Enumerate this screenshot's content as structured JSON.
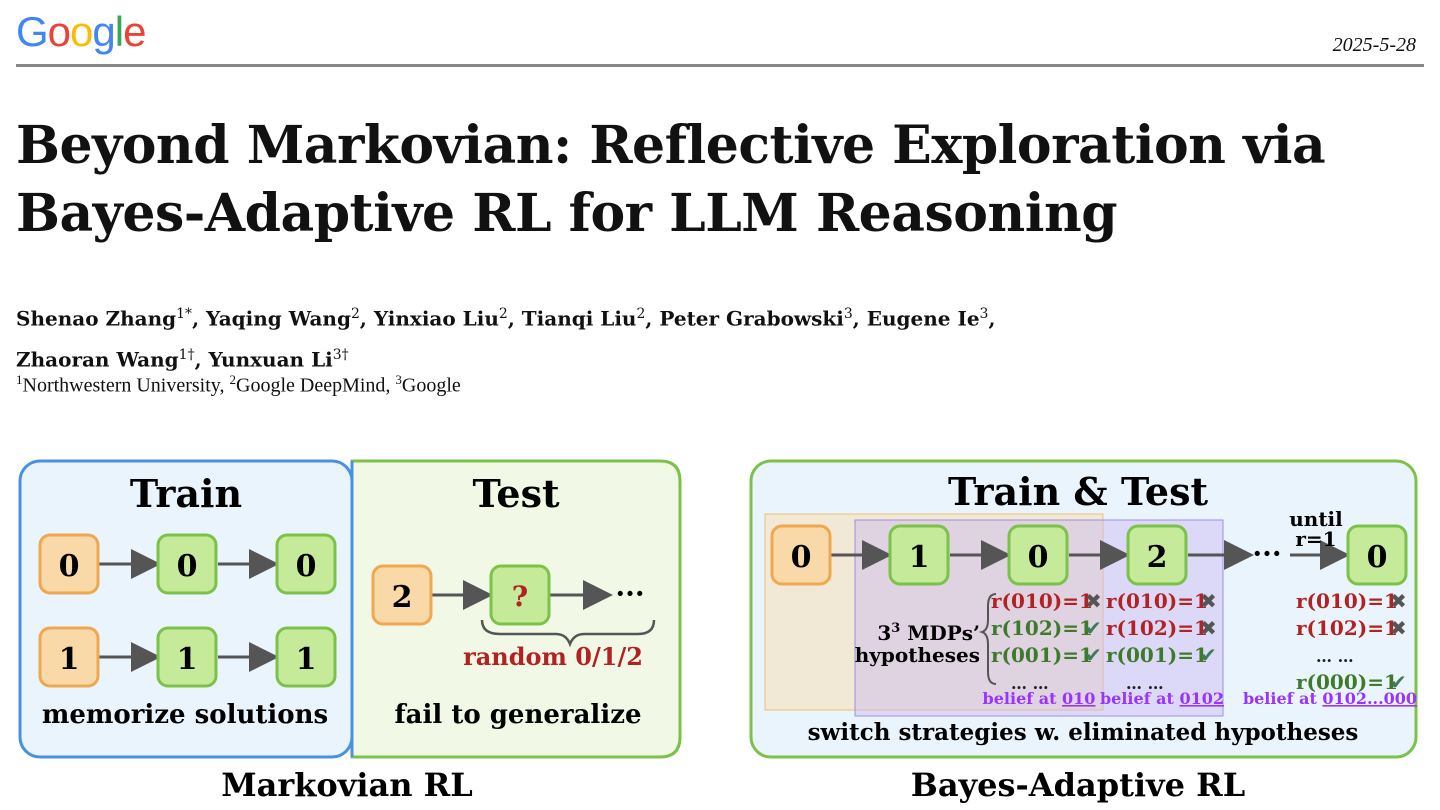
{
  "header": {
    "logo_letters": [
      {
        "ch": "G",
        "color": "#4285F4"
      },
      {
        "ch": "o",
        "color": "#EA4335"
      },
      {
        "ch": "o",
        "color": "#FBBC05"
      },
      {
        "ch": "g",
        "color": "#4285F4"
      },
      {
        "ch": "l",
        "color": "#34A853"
      },
      {
        "ch": "e",
        "color": "#EA4335"
      }
    ],
    "date": "2025-5-28"
  },
  "paper": {
    "title_line1": "Beyond Markovian: Reflective Exploration via",
    "title_line2": "Bayes-Adaptive RL for LLM Reasoning",
    "authors_line1": [
      {
        "name": "Shenao Zhang",
        "sup": "1*",
        "sep": ", "
      },
      {
        "name": "Yaqing Wang",
        "sup": "2",
        "sep": ", "
      },
      {
        "name": "Yinxiao Liu",
        "sup": "2",
        "sep": ", "
      },
      {
        "name": "Tianqi Liu",
        "sup": "2",
        "sep": ", "
      },
      {
        "name": "Peter Grabowski",
        "sup": "3",
        "sep": ", "
      },
      {
        "name": "Eugene Ie",
        "sup": "3",
        "sep": ","
      }
    ],
    "authors_line2": [
      {
        "name": "Zhaoran Wang",
        "sup": "1†",
        "sep": ", "
      },
      {
        "name": "Yunxuan Li",
        "sup": "3†",
        "sep": ""
      }
    ],
    "affiliations": [
      {
        "sup": "1",
        "name": "Northwestern University",
        "sep": ", "
      },
      {
        "sup": "2",
        "name": "Google DeepMind",
        "sep": ", "
      },
      {
        "sup": "3",
        "name": "Google",
        "sep": ""
      }
    ]
  },
  "figure": {
    "colors": {
      "blue_border": "#4a90e2",
      "blue_fill": "#eaf4fd",
      "green_border": "#7cc248",
      "green_fill": "#f1f9e6",
      "orange": "#f0a850",
      "orange_fill": "#f9d9a8",
      "node_green": "#c5ea9a",
      "red": "#b22222",
      "dgreen": "#3f7a2a",
      "purple": "#9933ff"
    },
    "markovian": {
      "train_title": "Train",
      "test_title": "Test",
      "train_rows": [
        [
          "0",
          "0",
          "0"
        ],
        [
          "1",
          "1",
          "1"
        ]
      ],
      "train_caption": "memorize solutions",
      "test_start": "2",
      "test_unknown": "?",
      "test_dots": "···",
      "test_random": "random 0/1/2",
      "test_caption": "fail to generalize",
      "label": "Markovian RL"
    },
    "bayes": {
      "title": "Train & Test",
      "nodes": [
        "0",
        "1",
        "0",
        "2",
        "0"
      ],
      "dots": "···",
      "until1": "until",
      "until2": "r=1",
      "hyp_label1": "MDPs’",
      "hyp_base": "3",
      "hyp_exp": "3",
      "hyp_label2": "hypotheses",
      "col1": [
        {
          "text": "r(010)=1",
          "mark": "✖",
          "color": "red"
        },
        {
          "text": "r(102)=1",
          "mark": "✔",
          "color": "green"
        },
        {
          "text": "r(001)=1",
          "mark": "✔",
          "color": "green"
        },
        {
          "text": "… …",
          "mark": "",
          "color": "green"
        }
      ],
      "col2": [
        {
          "text": "r(010)=1",
          "mark": "✖",
          "color": "red"
        },
        {
          "text": "r(102)=1",
          "mark": "✖",
          "color": "red"
        },
        {
          "text": "r(001)=1",
          "mark": "✔",
          "color": "green"
        },
        {
          "text": "… …",
          "mark": "",
          "color": "green"
        }
      ],
      "col3": [
        {
          "text": "r(010)=1",
          "mark": "✖",
          "color": "red"
        },
        {
          "text": "r(102)=1",
          "mark": "✖",
          "color": "red"
        },
        {
          "text": "… …",
          "mark": "",
          "color": "green"
        },
        {
          "text": "r(000)=1",
          "mark": "✔",
          "color": "green"
        }
      ],
      "belief1_prefix": "belief at ",
      "belief1_val": "010",
      "belief2_prefix": "belief at ",
      "belief2_val": "0102",
      "belief3_prefix": "belief at ",
      "belief3_val": "0102...000",
      "caption": "switch strategies w. eliminated hypotheses",
      "label": "Bayes-Adaptive RL"
    }
  }
}
